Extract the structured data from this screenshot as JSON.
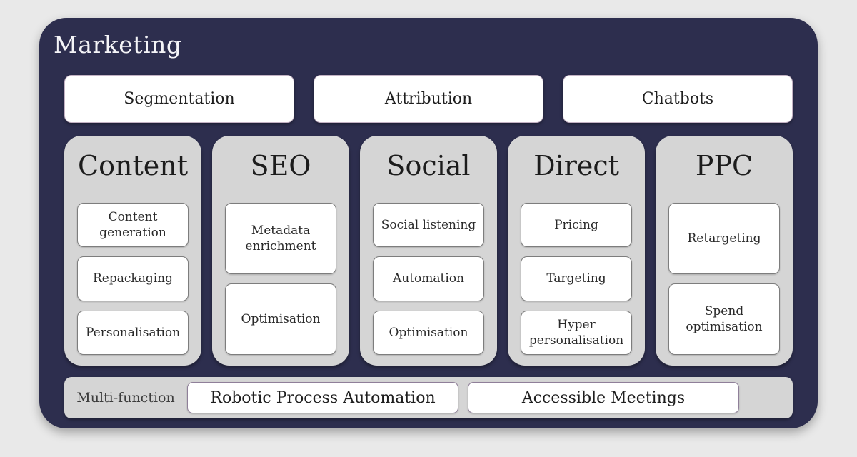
{
  "title": "Marketing",
  "top_items": [
    "Segmentation",
    "Attribution",
    "Chatbots"
  ],
  "columns": [
    {
      "title": "Content",
      "items": [
        "Content generation",
        "Repackaging",
        "Personalisation"
      ]
    },
    {
      "title": "SEO",
      "items": [
        "Metadata enrichment",
        "Optimisation"
      ]
    },
    {
      "title": "Social",
      "items": [
        "Social listening",
        "Automation",
        "Optimisation"
      ]
    },
    {
      "title": "Direct",
      "items": [
        "Pricing",
        "Targeting",
        "Hyper personalisation"
      ]
    },
    {
      "title": "PPC",
      "items": [
        "Retargeting",
        "Spend optimisation"
      ]
    }
  ],
  "footer": {
    "label": "Multi-function",
    "items": [
      "Robotic Process Automation",
      "Accessible Meetings"
    ]
  },
  "colors": {
    "page_bg": "#e9e9e9",
    "board_bg": "#2d2e4e",
    "column_bg": "#d5d5d5",
    "card_bg": "#ffffff",
    "card_border_gray": "#7d7d7d",
    "card_border_purple": "#8f7f99",
    "pill_border": "#c3b2c4",
    "title_text": "#f4f4f7",
    "node_text": "#2a2a2a"
  }
}
